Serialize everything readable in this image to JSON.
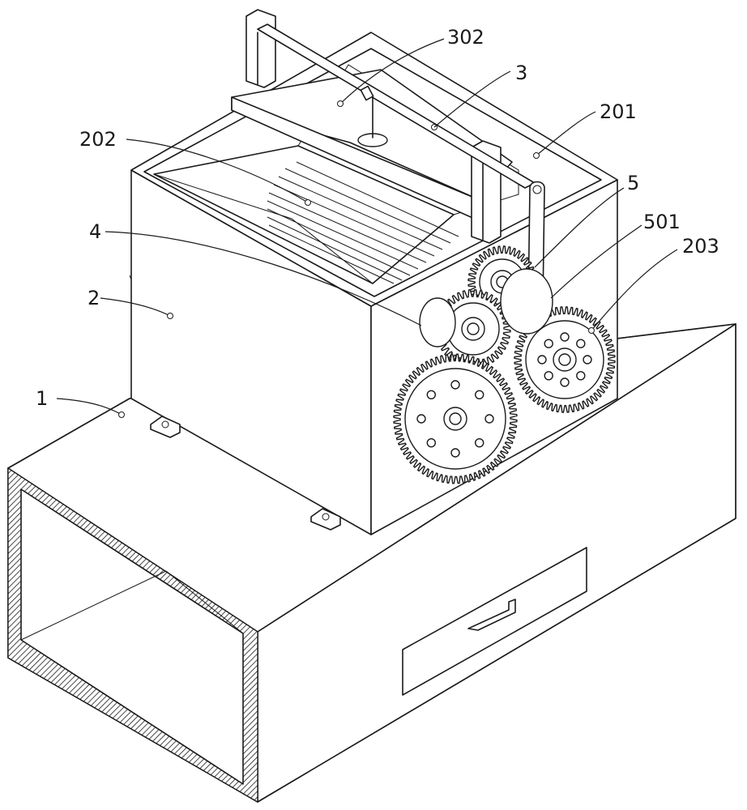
{
  "figure": {
    "callouts": [
      {
        "id": "c302",
        "label": "302"
      },
      {
        "id": "c3",
        "label": "3"
      },
      {
        "id": "c201",
        "label": "201"
      },
      {
        "id": "c202",
        "label": "202"
      },
      {
        "id": "c5",
        "label": "5"
      },
      {
        "id": "c501",
        "label": "501"
      },
      {
        "id": "c203",
        "label": "203"
      },
      {
        "id": "c4",
        "label": "4"
      },
      {
        "id": "c2",
        "label": "2"
      },
      {
        "id": "c1",
        "label": "1"
      }
    ]
  }
}
